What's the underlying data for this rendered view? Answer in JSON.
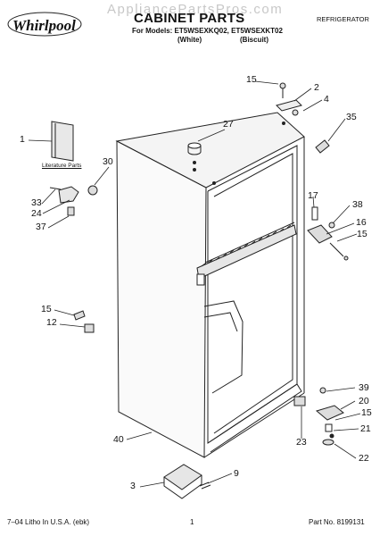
{
  "brand": "Whirlpool",
  "watermark": "AppliancePartsPros.com",
  "title": "CABINET PARTS",
  "models_line": "For Models: ET5WSEXKQ02, ET5WSEXKT02",
  "variants": [
    "(White)",
    "(Biscuit)"
  ],
  "category": "REFRIGERATOR",
  "literature_label": "Literature Parts",
  "callouts": [
    "15",
    "2",
    "4",
    "27",
    "35",
    "1",
    "30",
    "33",
    "24",
    "37",
    "17",
    "38",
    "16",
    "15",
    "15",
    "12",
    "39",
    "20",
    "15",
    "21",
    "23",
    "22",
    "40",
    "9",
    "3"
  ],
  "footer": {
    "left": "7–04 Litho In U.S.A. (ebk)",
    "page": "1",
    "part_number": "Part No. 8199131"
  }
}
